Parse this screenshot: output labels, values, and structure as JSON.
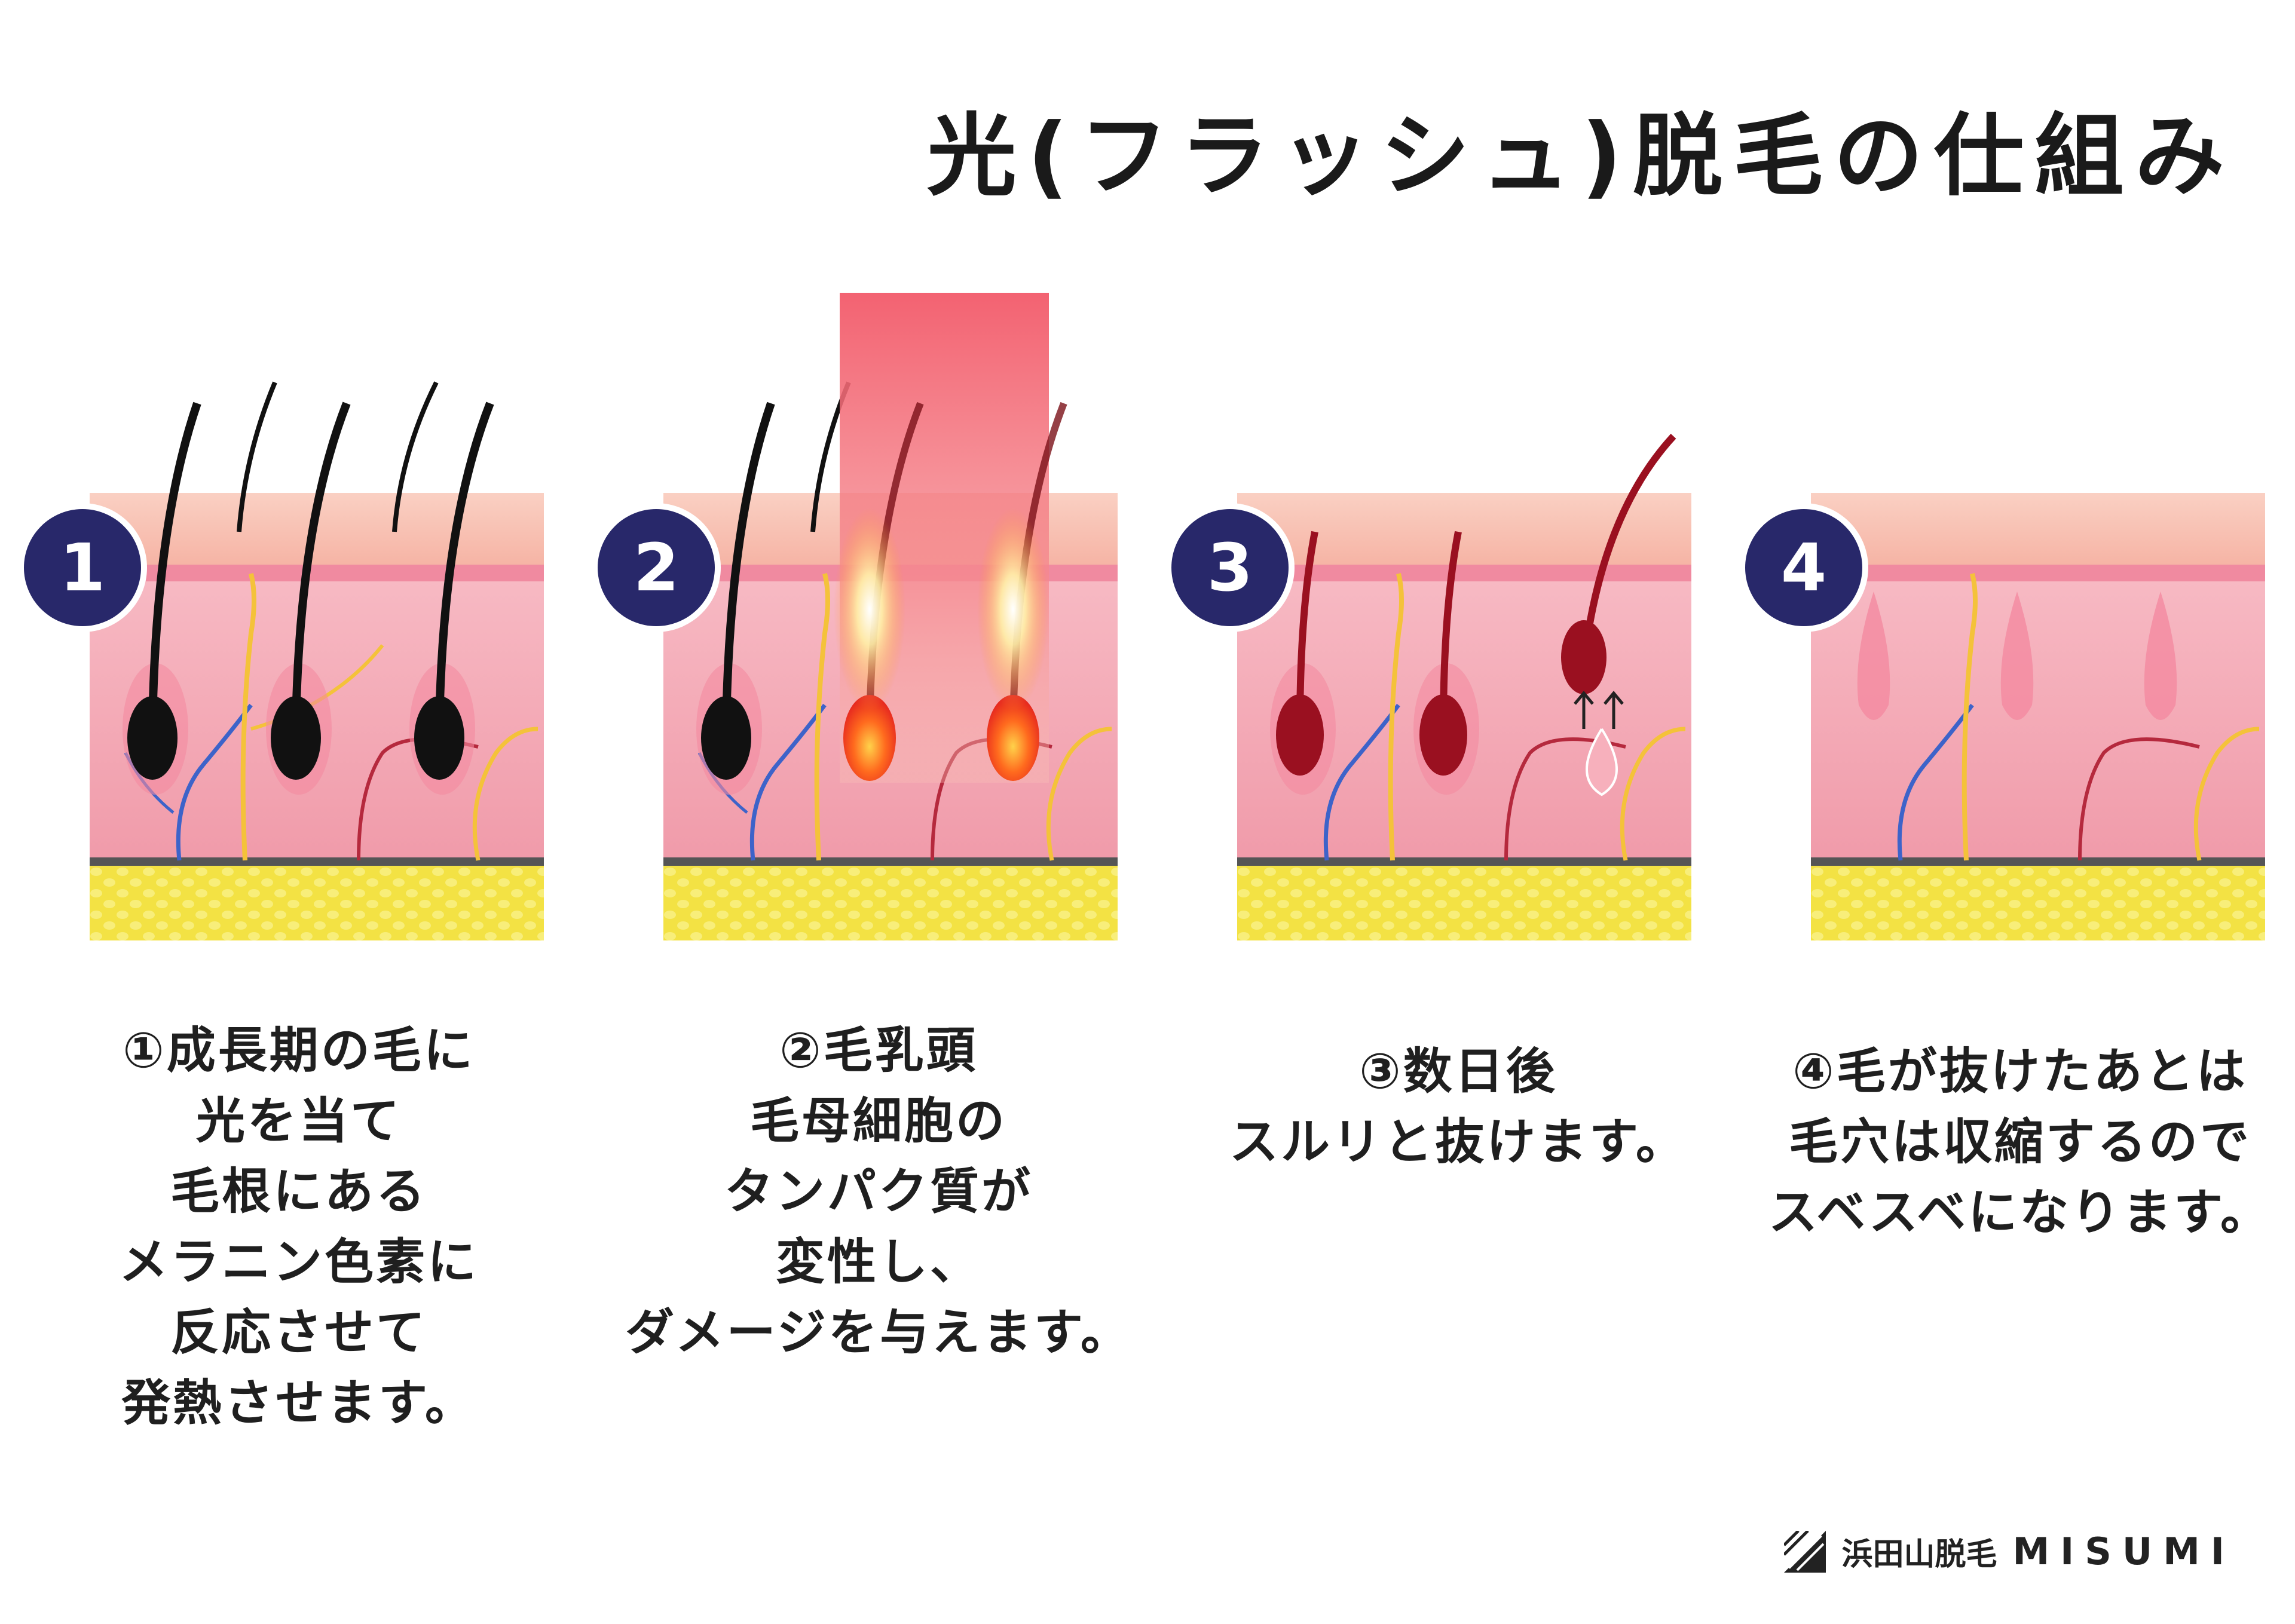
{
  "title": "光(フラッシュ)脱毛の仕組み",
  "steps": [
    {
      "number": "1",
      "caption": [
        "①成長期の毛に",
        "光を当て",
        "毛根にある",
        "メラニン色素に",
        "反応させて",
        "発熱させます。"
      ]
    },
    {
      "number": "2",
      "caption": [
        "②毛乳頭",
        "毛母細胞の",
        "タンパク質が",
        "変性し、",
        "ダメージを与えます。"
      ]
    },
    {
      "number": "3",
      "caption": [
        "③数日後",
        "スルリと抜けます。"
      ]
    },
    {
      "number": "4",
      "caption": [
        "④毛が抜けたあとは",
        "毛穴は収縮するので",
        "スベスベになります。"
      ]
    }
  ],
  "brand": {
    "jp": "浜田山脱毛",
    "en": "MISUMI"
  },
  "colors": {
    "badge": "#28286a",
    "skin_top": "#f6b7a6",
    "dermis": "#f4a5b0",
    "fat": "#f2e44a",
    "light_beam": "#f25a6a",
    "hair": "#111111",
    "damaged_hair": "#9a1020"
  }
}
